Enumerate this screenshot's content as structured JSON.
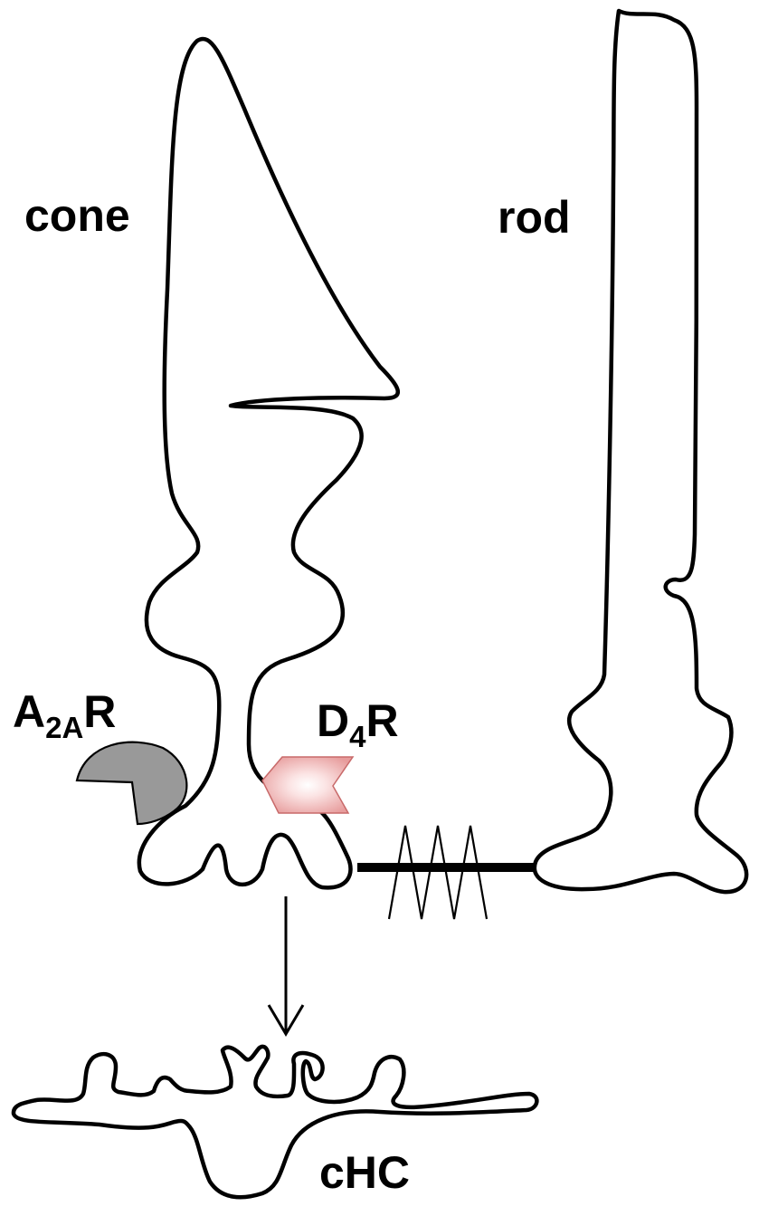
{
  "labels": {
    "cone": "cone",
    "rod": "rod",
    "a2ar_main": "A",
    "a2ar_sub": "2A",
    "a2ar_tail": "R",
    "d4r_main": "D",
    "d4r_sub": "4",
    "d4r_tail": "R",
    "chc": "cHC"
  },
  "colors": {
    "a2ar_receptor": "#999999",
    "d4r_receptor_center": "#ffffff",
    "d4r_receptor_edge": "#e8a0a0",
    "outline": "#000000"
  }
}
